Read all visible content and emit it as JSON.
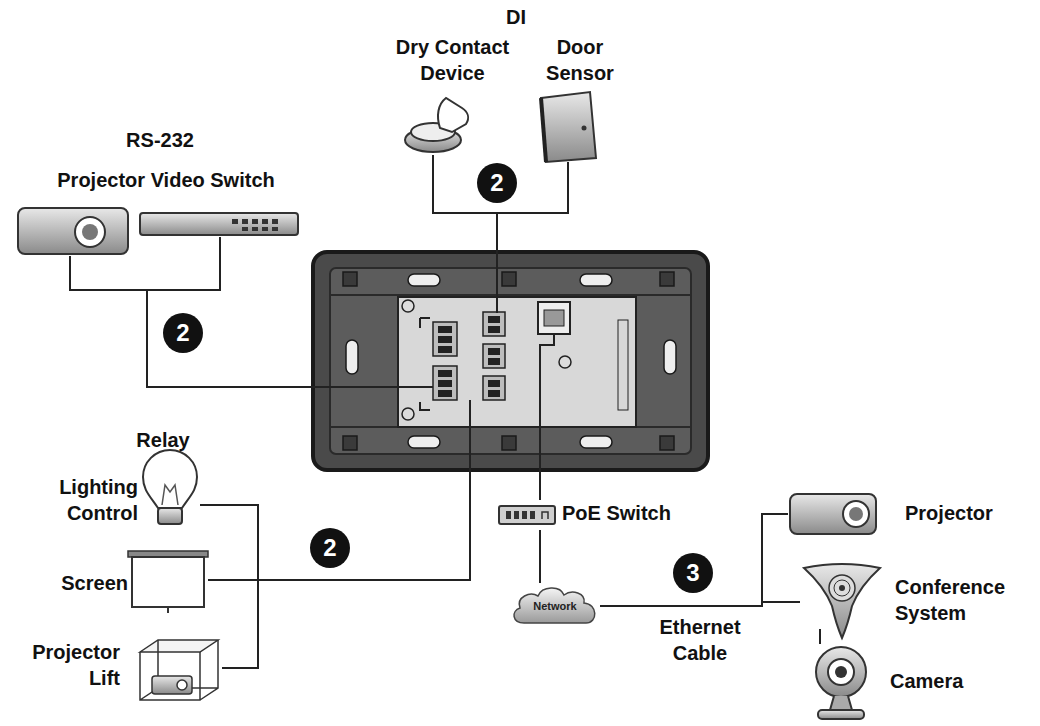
{
  "diagram": {
    "nodes": [
      {
        "text": [
          "PoE Switch"
        ]
      },
      {
        "text": [
          "Network"
        ]
      },
      {
        "text": [
          "Projector"
        ]
      },
      {
        "text": [
          "Conference System"
        ]
      },
      {
        "text": [
          "Camera"
        ]
      }
    ],
    "edges": [
      {
        "from": 0,
        "to": 1,
        "arrow": "none"
      },
      {
        "from": 1,
        "to": 2,
        "arrow": "none"
      },
      {
        "from": 1,
        "to": 3,
        "arrow": "none"
      },
      {
        "from": 1,
        "to": 4,
        "arrow": "none"
      }
    ],
    "labels": [
      "DI",
      "Dry Contact Device",
      "Door Sensor",
      "RS-232",
      "Projector Video Switch",
      "Relay",
      "Lighting Control",
      "Screen",
      "Projector Lift",
      "Ethernet Cable",
      "2",
      "2",
      "2",
      "3"
    ]
  }
}
